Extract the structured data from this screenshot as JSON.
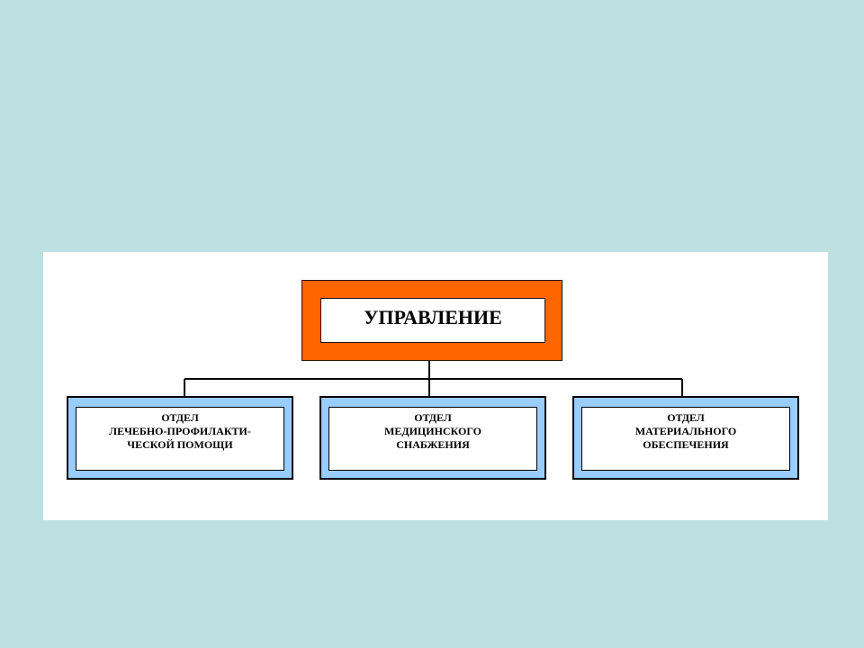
{
  "root": {
    "label": "УПРАВЛЕНИЕ"
  },
  "departments": [
    {
      "lines": [
        "ОТДЕЛ",
        "ЛЕЧЕБНО-ПРОФИЛАКТИ-",
        "ЧЕСКОЙ ПОМОЩИ"
      ]
    },
    {
      "lines": [
        "ОТДЕЛ",
        "МЕДИЦИНСКОГО",
        "СНАБЖЕНИЯ"
      ]
    },
    {
      "lines": [
        "ОТДЕЛ",
        "МАТЕРИАЛЬНОГО",
        "ОБЕСПЕЧЕНИЯ"
      ]
    }
  ],
  "colors": {
    "background": "#bde0e3",
    "root_fill": "#ff6600",
    "dept_fill": "#99ccff"
  }
}
